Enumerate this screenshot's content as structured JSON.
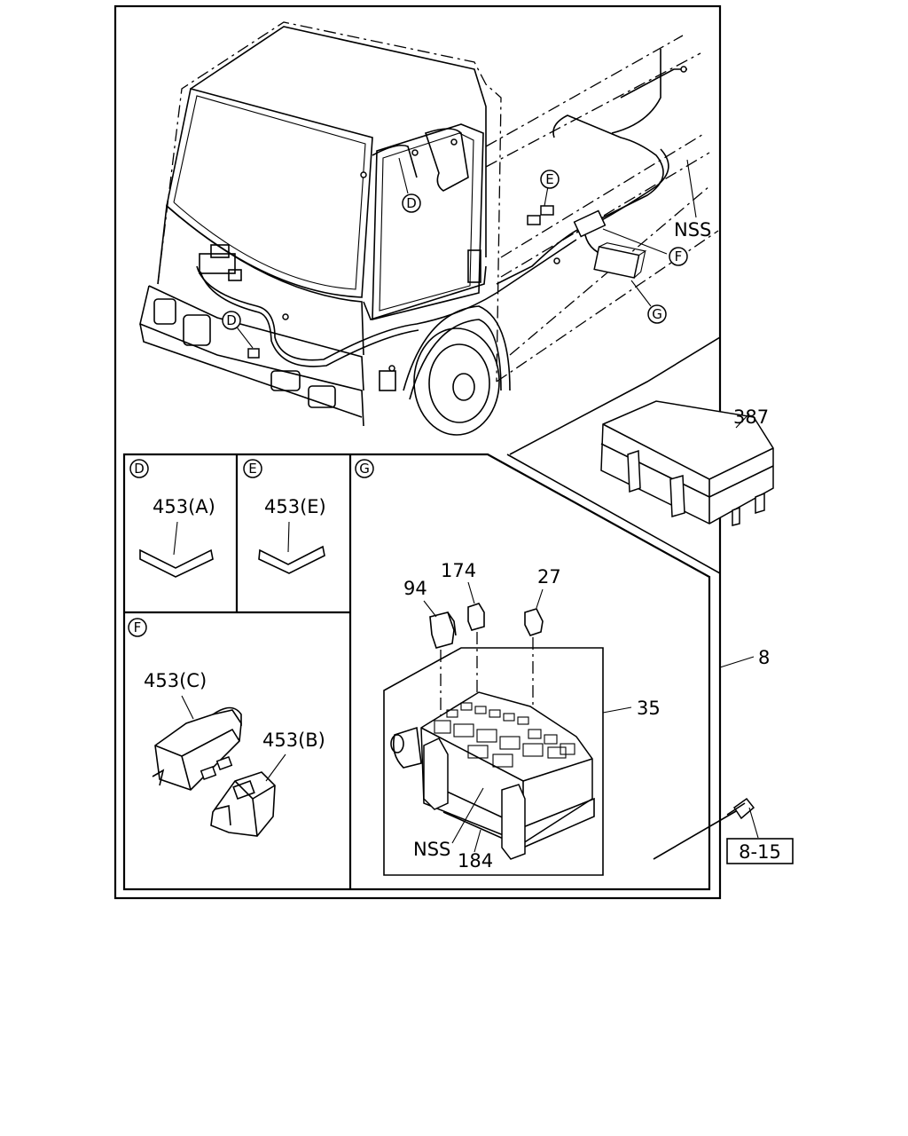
{
  "labels": {
    "nss_top": "NSS",
    "nss_bottom": "NSS",
    "p387": "387",
    "p94": "94",
    "p174": "174",
    "p27": "27",
    "p8": "8",
    "p35": "35",
    "p184": "184",
    "ref_8_15": "8-15",
    "p453a": "453(A)",
    "p453e": "453(E)",
    "p453c": "453(C)",
    "p453b": "453(B)"
  },
  "callouts": {
    "d": "D",
    "e": "E",
    "f": "F",
    "g": "G"
  }
}
